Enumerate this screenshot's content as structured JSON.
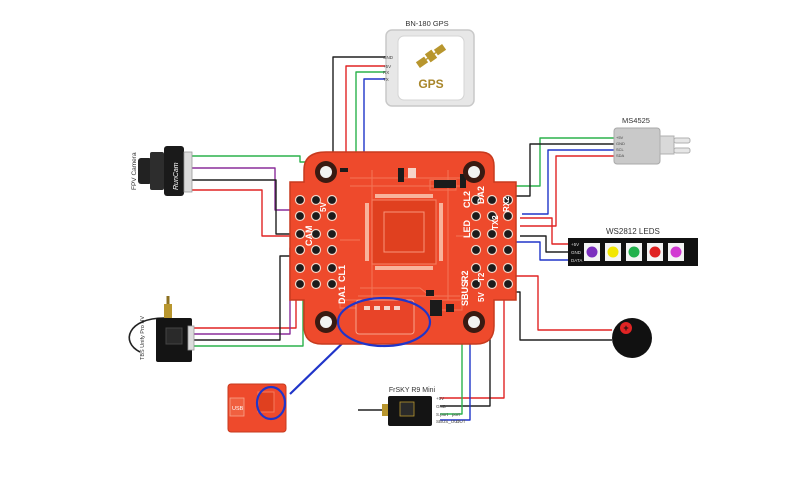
{
  "title_gps": "BN-180 GPS",
  "gps_logo": "GPS",
  "gps_pins": [
    "GND",
    "+5V",
    "RX",
    "TX"
  ],
  "title_ms": "MS4525",
  "ms_pins": [
    "+5V",
    "GND",
    "SCL",
    "SDA"
  ],
  "title_leds": "WS2812 LEDS",
  "led_pins": [
    "+5V",
    "GND",
    "DATA"
  ],
  "led_colors": [
    "#7b2fbf",
    "#f2e600",
    "#22b14c",
    "#e02020",
    "#d23ad2"
  ],
  "title_camera": "FPV Camera",
  "camera_brand": "RunCam",
  "title_vtx": "TBS Unify Pro HV",
  "title_rx": "FrSKY R9 Mini",
  "rx_pins": [
    "+5V",
    "GND",
    "S.port",
    "SBUS_OUT"
  ],
  "rx_labels": [
    "port",
    "OUT"
  ],
  "usb_label": "USB",
  "fc_labels": [
    "CAM",
    "LED",
    "CL1",
    "DA1",
    "CL2",
    "DA2",
    "TX2",
    "RX2",
    "SBUS",
    "R2",
    "T2",
    "5V",
    "5V"
  ],
  "colors": {
    "board": "#ee4a2c",
    "board_dark": "#c73a1e",
    "wire_red": "#e02424",
    "wire_green": "#2bb24c",
    "wire_blue": "#2035c9",
    "wire_black": "#202020",
    "wire_purple": "#8a2d9a",
    "highlight": "#2035c9"
  },
  "icons": {
    "gps": "satellite-icon",
    "buzzer": "buzzer-icon"
  }
}
